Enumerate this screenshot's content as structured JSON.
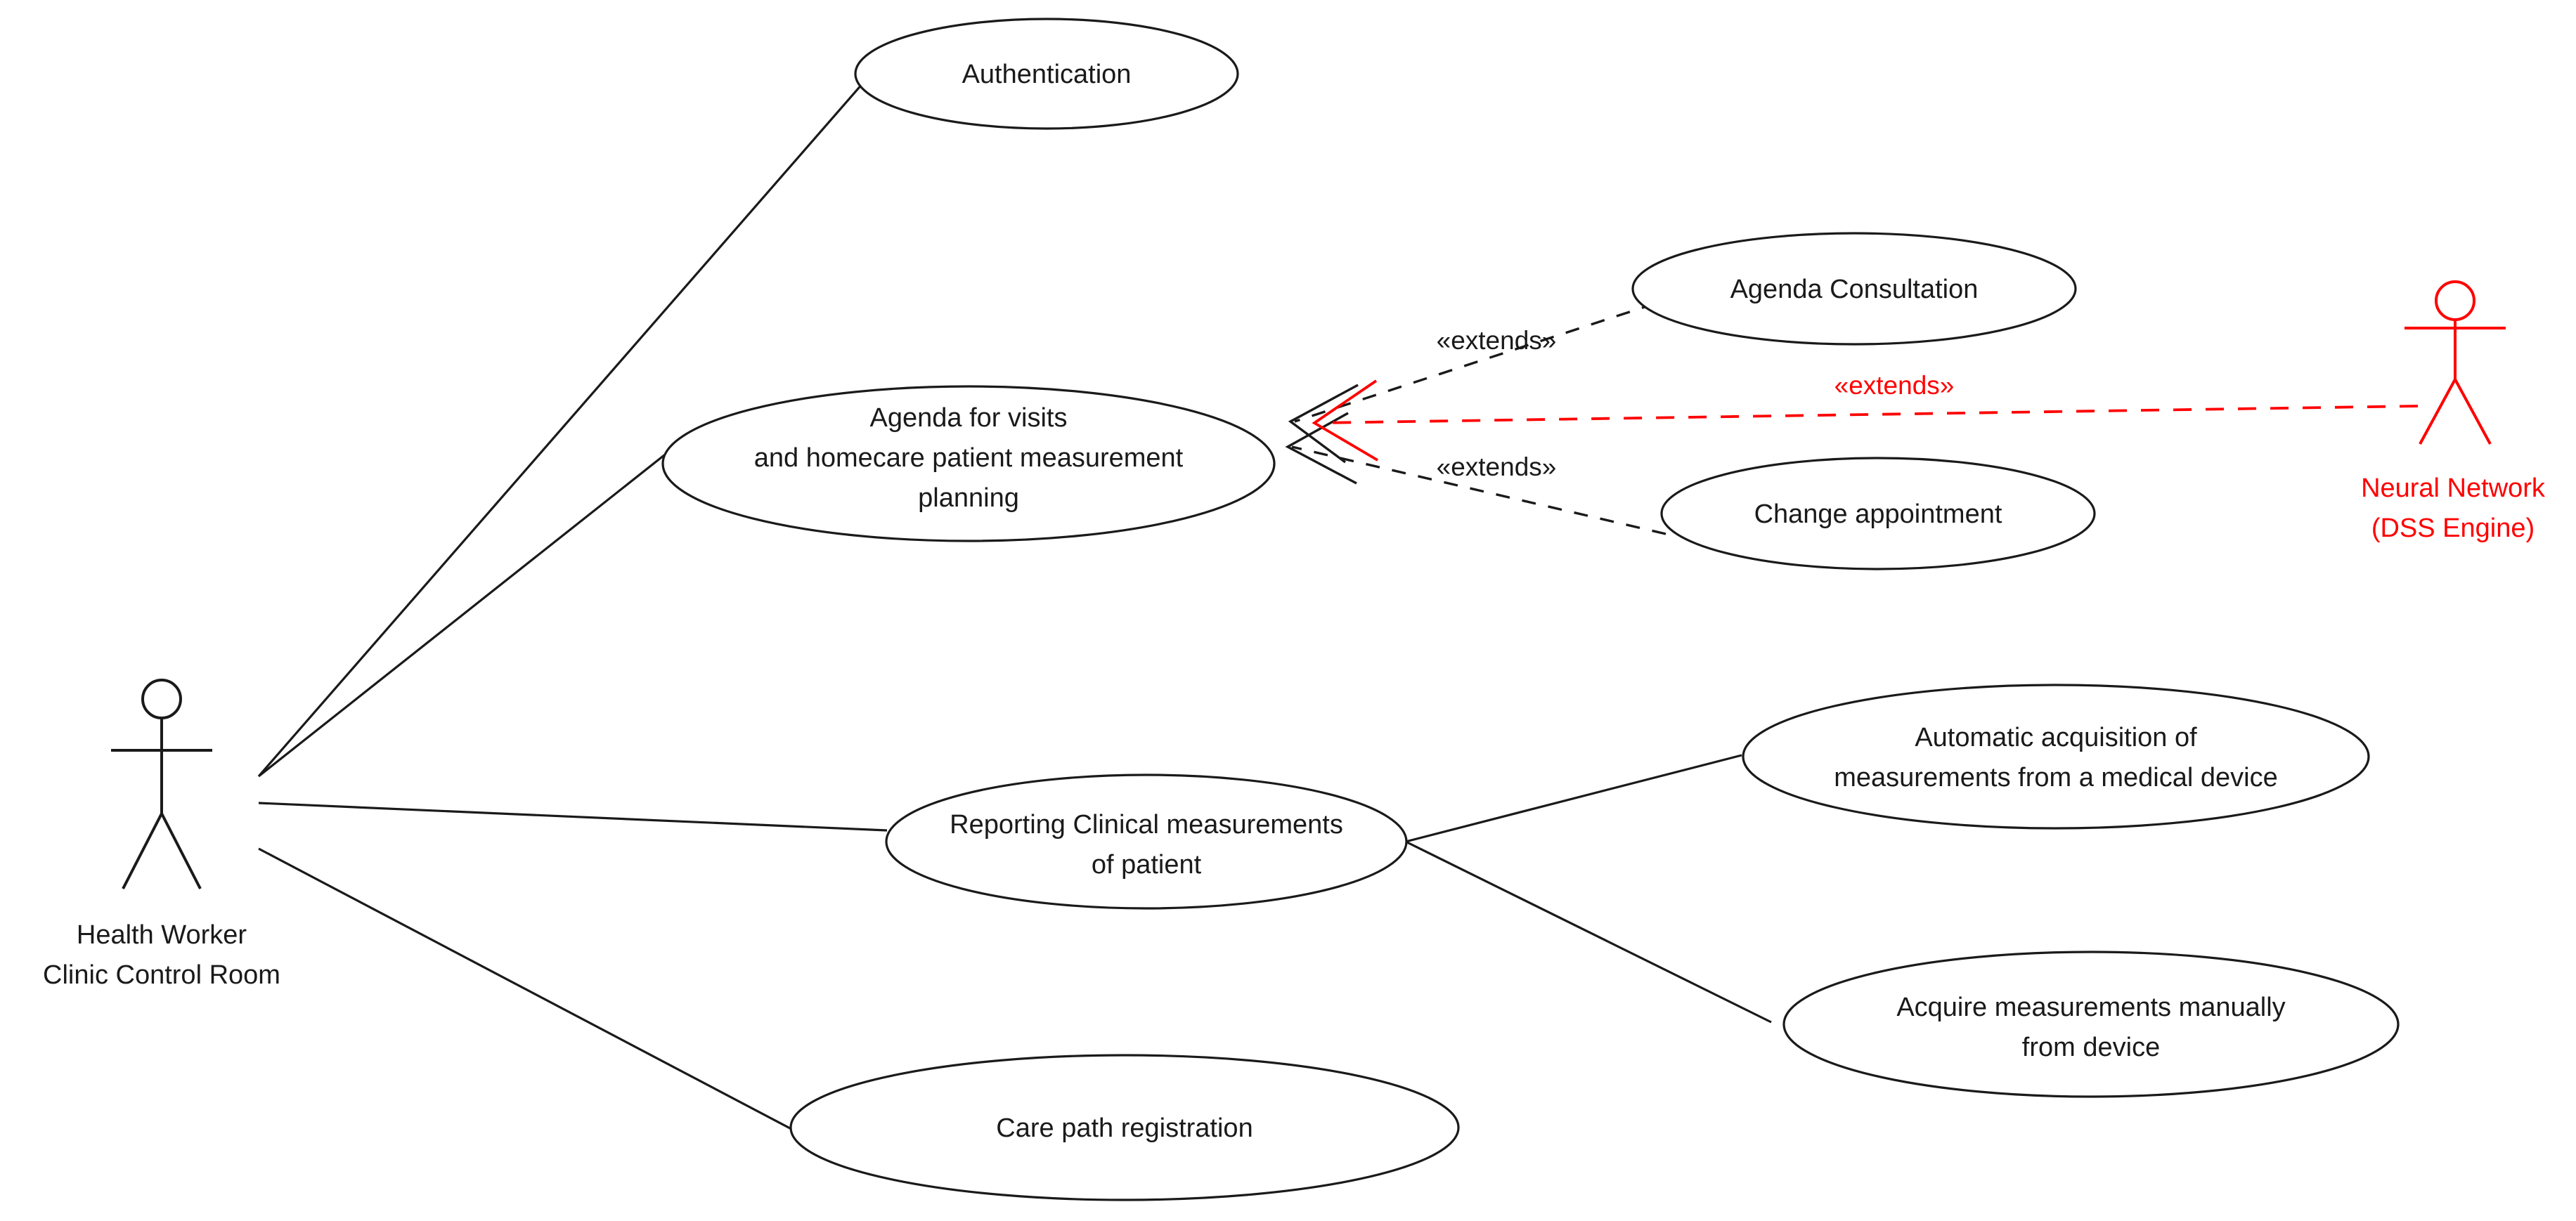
{
  "diagram": {
    "type": "uml-use-case-diagram",
    "background_color": "#ffffff",
    "primary_color": "#1a1a1a",
    "accent_color": "#ff0000"
  },
  "actors": [
    {
      "id": "health-worker",
      "name_line1": "Health Worker",
      "name_line2": "Clinic Control Room",
      "color": "#1a1a1a"
    },
    {
      "id": "neural-network",
      "name_line1": "Neural Network",
      "name_line2": "(DSS Engine)",
      "color": "#ff0000"
    }
  ],
  "use_cases": [
    {
      "id": "authentication",
      "line1": "Authentication",
      "line2": "",
      "line3": ""
    },
    {
      "id": "agenda-planning",
      "line1": "Agenda for visits",
      "line2": "and homecare patient measurement",
      "line3": "planning"
    },
    {
      "id": "agenda-consultation",
      "line1": "Agenda Consultation",
      "line2": "",
      "line3": ""
    },
    {
      "id": "change-appointment",
      "line1": "Change appointment",
      "line2": "",
      "line3": ""
    },
    {
      "id": "reporting-clinical",
      "line1": "Reporting Clinical measurements",
      "line2": "of patient",
      "line3": ""
    },
    {
      "id": "automatic-acquisition",
      "line1": "Automatic acquisition of",
      "line2": "measurements from a medical device",
      "line3": ""
    },
    {
      "id": "acquire-manually",
      "line1": "Acquire measurements manually",
      "line2": "from device",
      "line3": ""
    },
    {
      "id": "care-path",
      "line1": "Care path registration",
      "line2": "",
      "line3": ""
    }
  ],
  "relationships": [
    {
      "id": "ext-agenda-consultation",
      "label": "«extends»",
      "color": "#1a1a1a",
      "style": "dashed"
    },
    {
      "id": "ext-change-appointment",
      "label": "«extends»",
      "color": "#1a1a1a",
      "style": "dashed"
    },
    {
      "id": "ext-neural-network",
      "label": "«extends»",
      "color": "#ff0000",
      "style": "dashed"
    }
  ]
}
